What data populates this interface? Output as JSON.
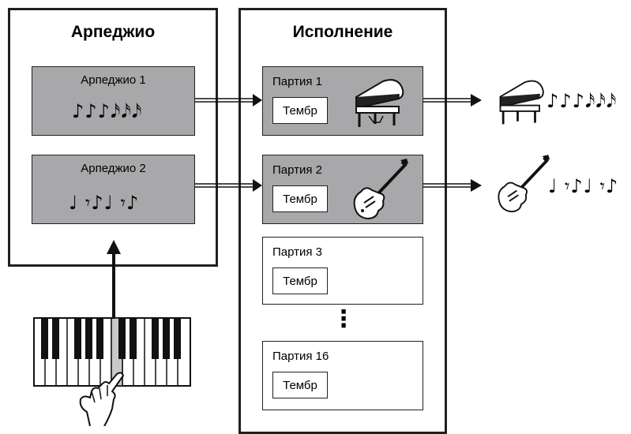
{
  "arpeggio_panel": {
    "title": "Арпеджио",
    "items": [
      {
        "label": "Арпеджио 1",
        "notes": "♪♪♪𝅘𝅥𝅯𝅘𝅥𝅯𝅘𝅥𝅯"
      },
      {
        "label": "Арпеджио 2",
        "notes": "♩ 𝄾♪♩ 𝄾♪"
      }
    ]
  },
  "performance_panel": {
    "title": "Исполнение",
    "parts": [
      {
        "label": "Партия 1",
        "timbre": "Тембр",
        "instrument": "piano-icon",
        "active": true
      },
      {
        "label": "Партия 2",
        "timbre": "Тембр",
        "instrument": "guitar-icon",
        "active": true
      },
      {
        "label": "Партия 3",
        "timbre": "Тембр",
        "active": false
      },
      {
        "label": "Партия 16",
        "timbre": "Тембр",
        "active": false
      }
    ],
    "ellipsis": "⋮"
  },
  "outputs": [
    {
      "instrument": "piano-icon",
      "notes": "♪♪♪𝅘𝅥𝅯𝅘𝅥𝅯𝅘𝅥𝅯"
    },
    {
      "instrument": "guitar-icon",
      "notes": "♩ 𝄾♪♩ 𝄾♪"
    }
  ],
  "colors": {
    "active_fill": "#a8a8aa",
    "stroke": "#231f20"
  }
}
